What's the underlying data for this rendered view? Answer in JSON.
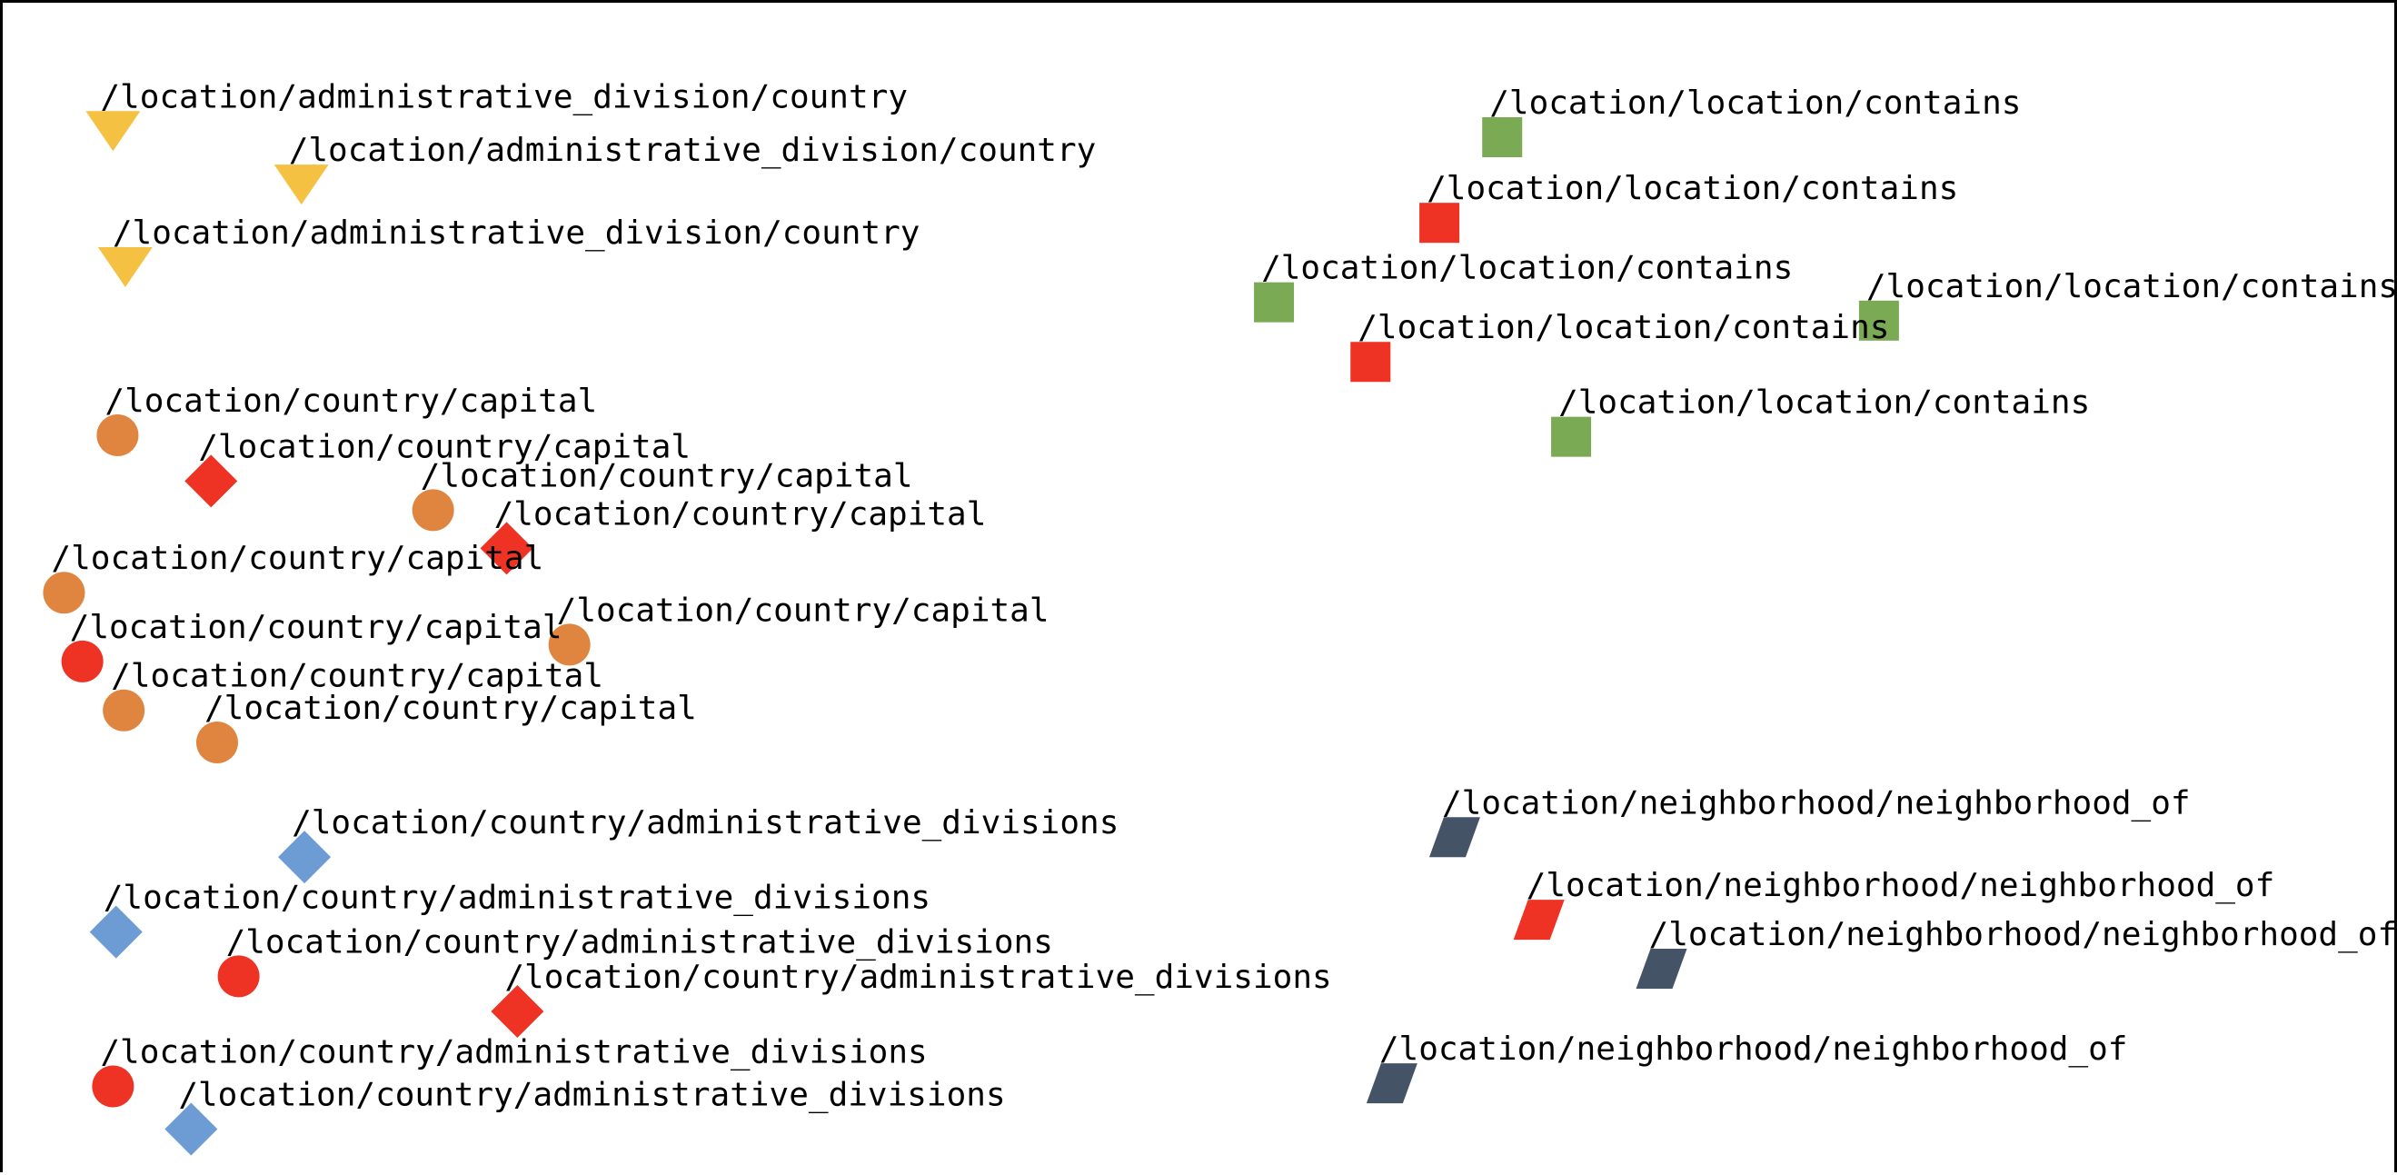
{
  "chart_data": {
    "type": "scatter",
    "title": "",
    "xlabel": "",
    "ylabel": "",
    "xlim": [
      0,
      1565
    ],
    "ylim": [
      0,
      767
    ],
    "grid": false,
    "legend": "none",
    "colors": {
      "yellow": "#F5C142",
      "orange": "#E08540",
      "red": "#EE3224",
      "green": "#7BAA55",
      "blue": "#6D9BD3",
      "slate": "#455366"
    },
    "points": [
      {
        "label": "/location/administrative_division/country",
        "x": 72,
        "y": 84,
        "shape": "triangle-down",
        "color": "yellow"
      },
      {
        "label": "/location/administrative_division/country",
        "x": 195,
        "y": 119,
        "shape": "triangle-down",
        "color": "yellow"
      },
      {
        "label": "/location/administrative_division/country",
        "x": 80,
        "y": 173,
        "shape": "triangle-down",
        "color": "yellow"
      },
      {
        "label": "/location/country/capital",
        "x": 75,
        "y": 283,
        "shape": "circle",
        "color": "orange"
      },
      {
        "label": "/location/country/capital",
        "x": 136,
        "y": 313,
        "shape": "diamond",
        "color": "red"
      },
      {
        "label": "/location/country/capital",
        "x": 281,
        "y": 332,
        "shape": "circle",
        "color": "orange"
      },
      {
        "label": "/location/country/capital",
        "x": 329,
        "y": 357,
        "shape": "diamond",
        "color": "red"
      },
      {
        "label": "/location/country/capital",
        "x": 40,
        "y": 386,
        "shape": "circle",
        "color": "orange"
      },
      {
        "label": "/location/country/capital",
        "x": 370,
        "y": 420,
        "shape": "circle",
        "color": "orange"
      },
      {
        "label": "/location/country/capital",
        "x": 52,
        "y": 431,
        "shape": "circle",
        "color": "red"
      },
      {
        "label": "/location/country/capital",
        "x": 79,
        "y": 463,
        "shape": "circle",
        "color": "orange"
      },
      {
        "label": "/location/country/capital",
        "x": 140,
        "y": 484,
        "shape": "circle",
        "color": "orange"
      },
      {
        "label": "/location/country/administrative_divisions",
        "x": 197,
        "y": 559,
        "shape": "diamond",
        "color": "blue"
      },
      {
        "label": "/location/country/administrative_divisions",
        "x": 74,
        "y": 608,
        "shape": "diamond",
        "color": "blue"
      },
      {
        "label": "/location/country/administrative_divisions",
        "x": 154,
        "y": 637,
        "shape": "circle",
        "color": "red"
      },
      {
        "label": "/location/country/administrative_divisions",
        "x": 336,
        "y": 660,
        "shape": "diamond",
        "color": "red"
      },
      {
        "label": "/location/country/administrative_divisions",
        "x": 72,
        "y": 709,
        "shape": "circle",
        "color": "red"
      },
      {
        "label": "/location/country/administrative_divisions",
        "x": 123,
        "y": 737,
        "shape": "diamond",
        "color": "blue"
      },
      {
        "label": "/location/location/contains",
        "x": 979,
        "y": 88,
        "shape": "square",
        "color": "green"
      },
      {
        "label": "/location/location/contains",
        "x": 938,
        "y": 144,
        "shape": "square",
        "color": "red"
      },
      {
        "label": "/location/location/contains",
        "x": 830,
        "y": 196,
        "shape": "square",
        "color": "green"
      },
      {
        "label": "/location/location/contains",
        "x": 1225,
        "y": 208,
        "shape": "square",
        "color": "green"
      },
      {
        "label": "/location/location/contains",
        "x": 893,
        "y": 235,
        "shape": "square",
        "color": "red"
      },
      {
        "label": "/location/location/contains",
        "x": 1024,
        "y": 284,
        "shape": "square",
        "color": "green"
      },
      {
        "label": "/location/neighborhood/neighborhood_of",
        "x": 948,
        "y": 546,
        "shape": "parallelogram",
        "color": "slate"
      },
      {
        "label": "/location/neighborhood/neighborhood_of",
        "x": 1003,
        "y": 600,
        "shape": "parallelogram",
        "color": "red"
      },
      {
        "label": "/location/neighborhood/neighborhood_of",
        "x": 1083,
        "y": 632,
        "shape": "parallelogram",
        "color": "slate"
      },
      {
        "label": "/location/neighborhood/neighborhood_of",
        "x": 907,
        "y": 707,
        "shape": "parallelogram",
        "color": "slate"
      }
    ]
  }
}
